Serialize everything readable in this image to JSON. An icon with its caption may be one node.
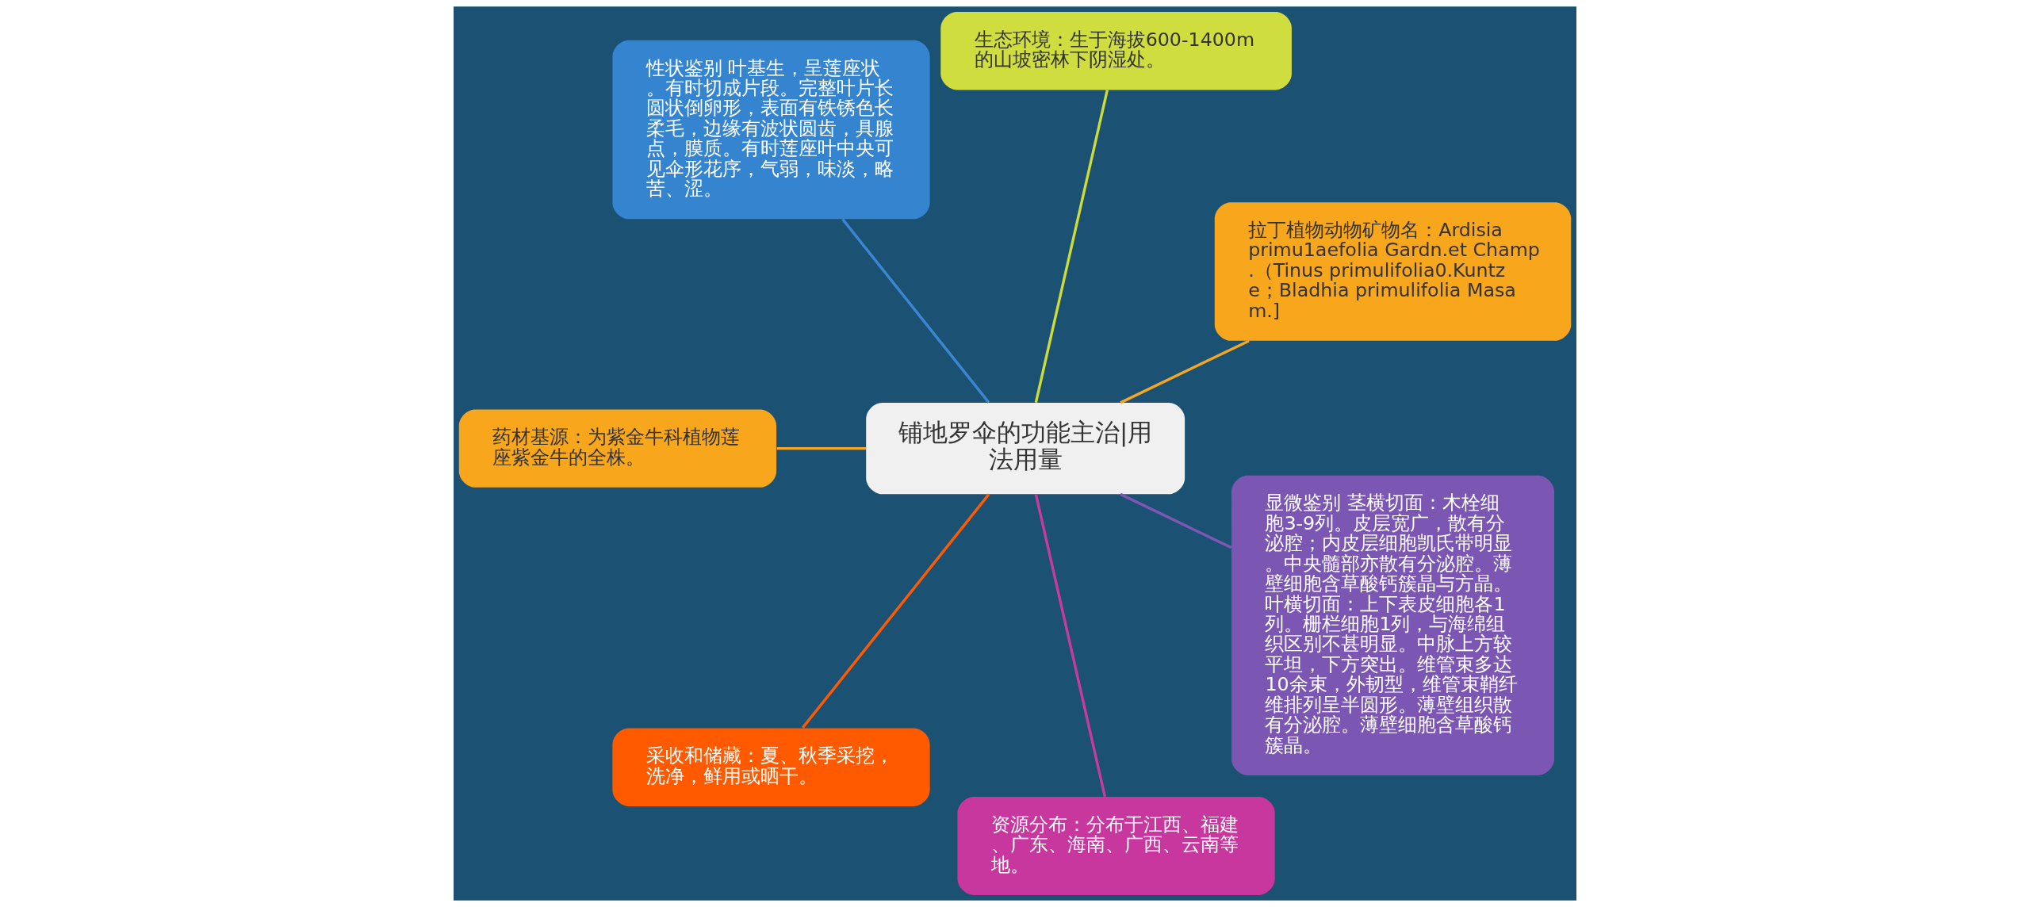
{
  "diagram": {
    "nodes": [
      {
        "text": [
          "铺地罗伞的功能主治|用法用量"
        ]
      },
      {
        "text": [
          "拉丁植物动物矿物名：Ardisia primu1aefolia Gardn.et Champ.（Tinus primulifolia0.Kuntze；Bladhia primulifolia Masam.]"
        ]
      },
      {
        "text": [
          "生态环境：生于海拔600-1400m的山坡密林下阴湿处。"
        ]
      },
      {
        "text": [
          "性状鉴别 叶基生，呈莲座状。有时切成片段。完整叶片长圆状倒卵形，表面有铁锈色长柔毛，边缘有波状圆齿，具腺点，膜质。有时莲座叶中央可见伞形花序，气弱，味淡，略苦、涩。"
        ]
      },
      {
        "text": [
          "药材基源：为紫金牛科植物莲座紫金牛的全株。"
        ]
      },
      {
        "text": [
          "采收和储藏：夏、秋季采挖，洗净，鲜用或晒干。"
        ]
      },
      {
        "text": [
          "资源分布：分布于江西、福建、广东、海南、广西、云南等地。"
        ]
      },
      {
        "text": [
          "显微鉴别 茎横切面：木栓细胞3-9列。皮层宽广，散有分泌腔；内皮层细胞凯氏带明显。中央髓部亦散有分泌腔。薄壁细胞含草酸钙簇晶与方晶。叶横切面：上下表皮细胞各1列。栅栏细胞1列，与海绵组织区别不甚明显。中脉上方较平坦，下方突出。维管束多达10余束，外韧型，维管束鞘纤维排列呈半圆形。薄壁组织散有分泌腔。薄壁细胞含草酸钙簇晶。"
        ]
      }
    ],
    "edges": [
      {
        "from": 0,
        "to": 1,
        "arrow": "none",
        "color": "#f5a623"
      },
      {
        "from": 0,
        "to": 2,
        "arrow": "none",
        "color": "#cddc39"
      },
      {
        "from": 0,
        "to": 3,
        "arrow": "none",
        "color": "#3a86d0"
      },
      {
        "from": 0,
        "to": 4,
        "arrow": "none",
        "color": "#f5a623"
      },
      {
        "from": 0,
        "to": 5,
        "arrow": "none",
        "color": "#ff5a00"
      },
      {
        "from": 0,
        "to": 6,
        "arrow": "none",
        "color": "#c83aa0"
      },
      {
        "from": 0,
        "to": 7,
        "arrow": "none",
        "color": "#7e57b5"
      }
    ]
  }
}
